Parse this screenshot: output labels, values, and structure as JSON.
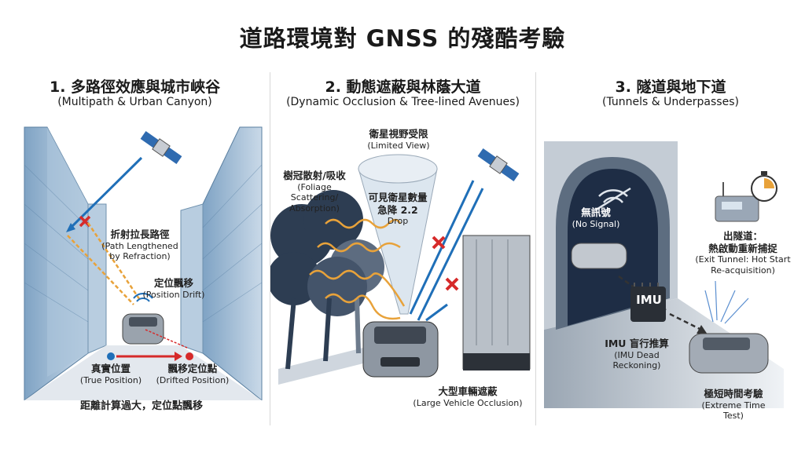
{
  "title": "道路環境對 GNSS 的殘酷考驗",
  "panels": [
    {
      "heading": "1. 多路徑效應與城市峽谷",
      "subheading": "(Multipath & Urban Canyon)",
      "labels": {
        "path_zh": "折射拉長路徑",
        "path_en1": "(Path Lengthened",
        "path_en2": "by Refraction)",
        "drift_zh": "定位飄移",
        "drift_en": "(Position Drift)",
        "true_zh": "真實位置",
        "true_en": "(True Position)",
        "drifted_zh": "飄移定位點",
        "drifted_en": "(Drifted Position)"
      },
      "caption": "距離計算過大，定位點飄移"
    },
    {
      "heading": "2. 動態遮蔽與林蔭大道",
      "subheading": "(Dynamic Occlusion & Tree-lined Avenues)",
      "labels": {
        "view_zh": "衛星視野受限",
        "view_en": "(Limited View)",
        "foliage_zh": "樹冠散射/吸收",
        "foliage_en1": "(Foliage Scattering/",
        "foliage_en2": "Absorption)",
        "count_zh1": "可見衛星數量",
        "count_zh2": "急降 2.2",
        "count_en": "Drop",
        "truck_zh": "大型車輛遮蔽",
        "truck_en": "(Large Vehicle Occlusion)"
      }
    },
    {
      "heading": "3. 隧道與地下道",
      "subheading": "(Tunnels & Underpasses)",
      "labels": {
        "nosig_zh": "無訊號",
        "nosig_en": "(No Signal)",
        "exit_zh1": "出隧道：",
        "exit_zh2": "熱啟動重新捕捉",
        "exit_en1": "(Exit Tunnel: Hot Start",
        "exit_en2": "Re-acquisition)",
        "imu_chip": "IMU",
        "imu_zh": "IMU 盲行推算",
        "imu_en": "(IMU Dead Reckoning)",
        "test_zh": "極短時間考驗",
        "test_en": "(Extreme Time Test)"
      }
    }
  ],
  "colors": {
    "signal_blue": "#1f6fb8",
    "orange": "#e8a23a",
    "red": "#d62a2a",
    "building": "#9fbad2"
  }
}
